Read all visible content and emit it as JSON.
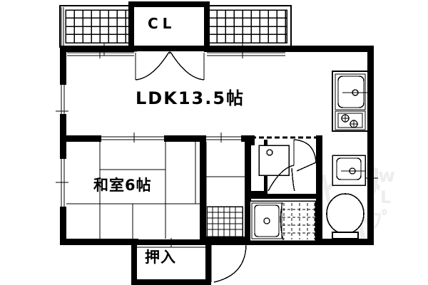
{
  "document": {
    "type": "floor-plan",
    "layout_code": "1LDK",
    "background_color": "#ffffff",
    "line_color": "#000000"
  },
  "rooms": [
    {
      "id": "ldk",
      "label": "LDK13.5帖",
      "name_en": "Living Dining Kitchen",
      "size_jo": 13.5
    },
    {
      "id": "washitsu",
      "label": "和室6帖",
      "name_en": "Japanese-style room",
      "size_jo": 6
    },
    {
      "id": "closet_cl",
      "label": "CL",
      "name_en": "Closet"
    },
    {
      "id": "oshiire",
      "label": "押入",
      "name_en": "Closet / Oshiire"
    }
  ],
  "fixtures": [
    {
      "id": "kitchen-sink",
      "name": "kitchen-sink-icon"
    },
    {
      "id": "gas-stove",
      "name": "two-burner-stove-icon",
      "burners": 2
    },
    {
      "id": "wash-basin",
      "name": "wash-basin-icon"
    },
    {
      "id": "toilet",
      "name": "toilet-icon"
    },
    {
      "id": "bathtub",
      "name": "bathtub-icon"
    },
    {
      "id": "washing-machine-pan",
      "name": "washing-machine-pan-icon"
    },
    {
      "id": "entry-tile",
      "name": "entrance-genkan-tile"
    },
    {
      "id": "bath-floor-tile",
      "name": "bath-floor-tile"
    }
  ],
  "balconies": [
    {
      "id": "balcony-left",
      "name": "balcony-left",
      "grid_cols": 8,
      "grid_rows": 4
    },
    {
      "id": "balcony-right",
      "name": "balcony-right",
      "grid_cols": 9,
      "grid_rows": 4
    }
  ],
  "openings": [
    {
      "id": "cl-double-door",
      "type": "double-swing-door"
    },
    {
      "id": "entrance-door",
      "type": "single-swing-door"
    },
    {
      "id": "bath-door",
      "type": "single-swing-door"
    },
    {
      "id": "ldk-washitsu-fusuma",
      "type": "sliding-door"
    },
    {
      "id": "ldk-north-window",
      "type": "sliding-window"
    },
    {
      "id": "ldk-west-window",
      "type": "sliding-window"
    },
    {
      "id": "washitsu-west-window",
      "type": "sliding-window"
    },
    {
      "id": "toilet-east-window",
      "type": "sliding-window"
    }
  ],
  "watermark": {
    "line1": "ピタットハウス",
    "visible": true,
    "color": "#eeeeee"
  }
}
